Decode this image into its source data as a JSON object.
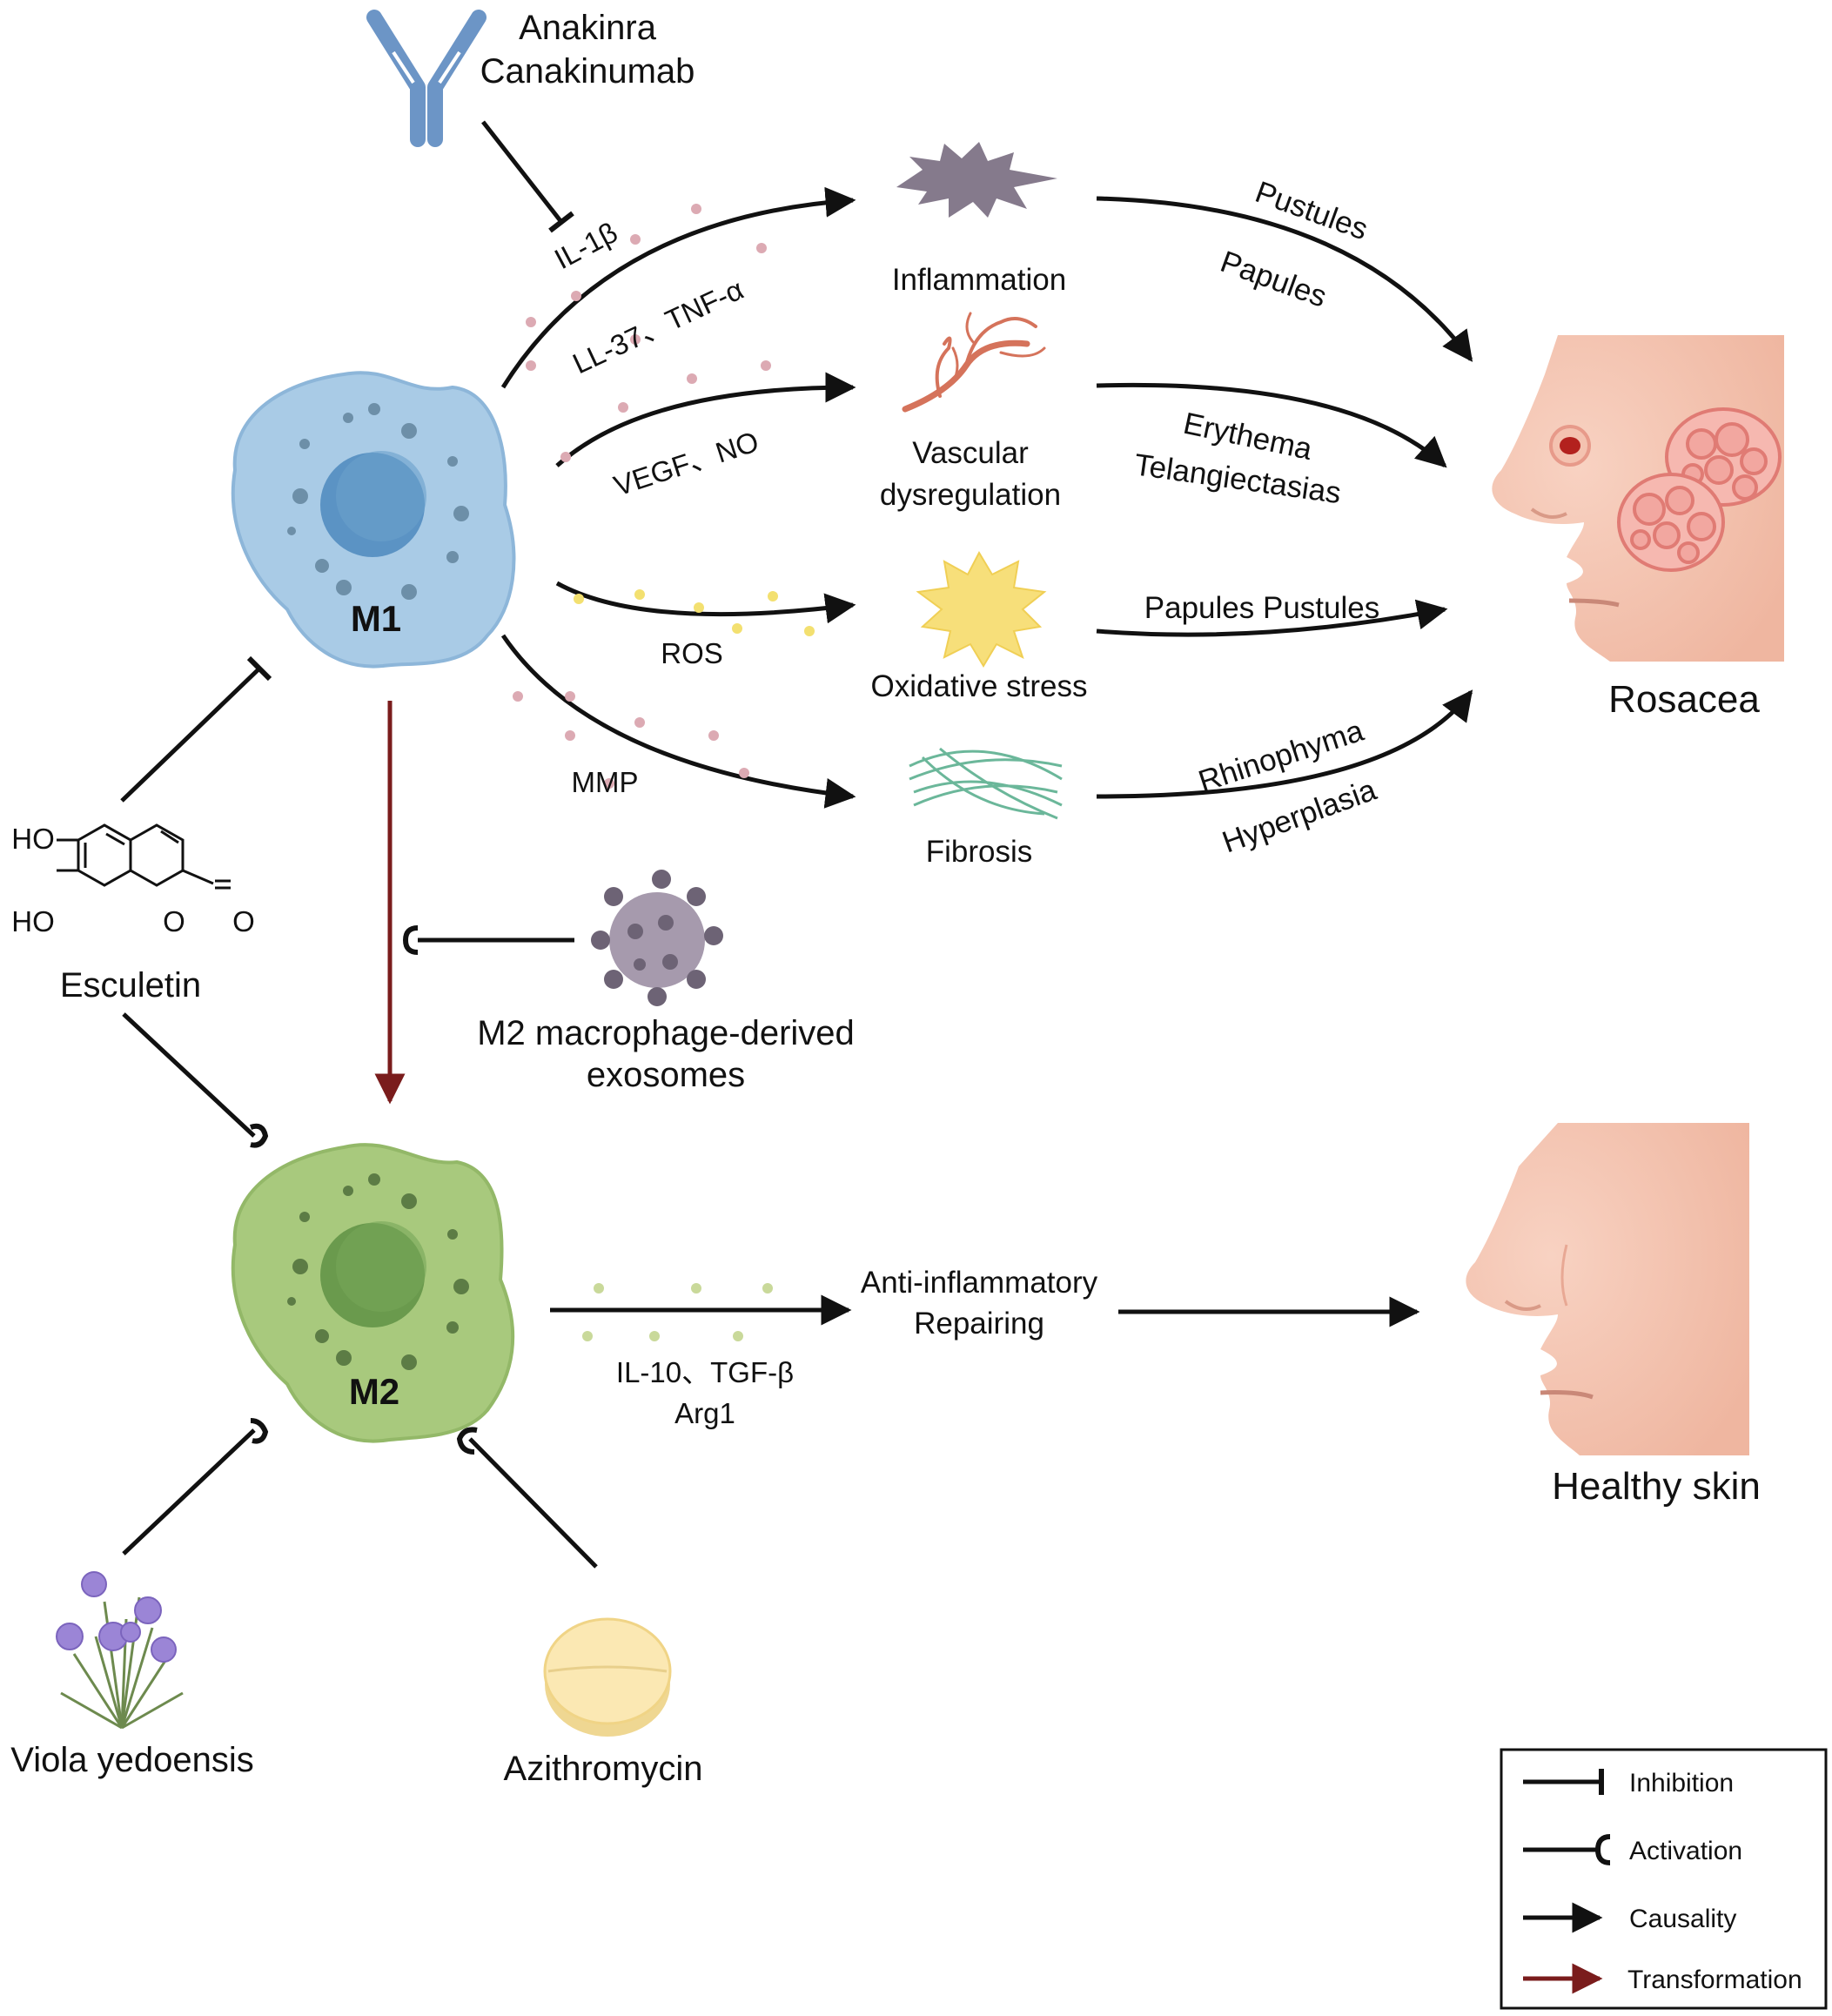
{
  "drugs": {
    "antibody": [
      "Anakinra",
      "Canakinumab"
    ],
    "esculetin": {
      "label": "Esculetin",
      "oh1": "HO",
      "oh2": "HO",
      "ring_o": "O",
      "carbonyl_o": "O"
    },
    "exosomes": [
      "M2 macrophage-derived",
      "exosomes"
    ],
    "viola": "Viola yedoensis",
    "azithromycin": "Azithromycin"
  },
  "cells": {
    "m1": "M1",
    "m2": "M2"
  },
  "mediators": {
    "il1b": "IL-1β",
    "ll37_tnf": "LL-37、TNF-α",
    "vegf_no": "VEGF、NO",
    "ros": "ROS",
    "mmp": "MMP",
    "m2_line1": "IL-10、TGF-β",
    "m2_line2": "Arg1"
  },
  "processes": {
    "inflammation": "Inflammation",
    "vascular": [
      "Vascular",
      "dysregulation"
    ],
    "oxidative": "Oxidative stress",
    "fibrosis": "Fibrosis",
    "anti_inflammatory": [
      "Anti-inflammatory",
      "Repairing"
    ]
  },
  "symptoms": {
    "pustules": "Pustules",
    "papules": "Papules",
    "erythema": "Erythema",
    "telangiectasias": "Telangiectasias",
    "papules_pustules": "Papules Pustules",
    "rhinophyma": "Rhinophyma",
    "hyperplasia": "Hyperplasia"
  },
  "outcomes": {
    "rosacea": "Rosacea",
    "healthy": "Healthy skin"
  },
  "legend": {
    "inhibition": "Inhibition",
    "activation": "Activation",
    "causality": "Causality",
    "transformation": "Transformation"
  },
  "colors": {
    "m1_cell": "#a9cbe6",
    "m1_nucleus": "#5b93c4",
    "m2_cell": "#a8c97d",
    "m2_nucleus": "#6a9a4d",
    "transformation": "#7a1c1c",
    "antibody": "#6c95c6",
    "skin": "#f5c6b3"
  }
}
